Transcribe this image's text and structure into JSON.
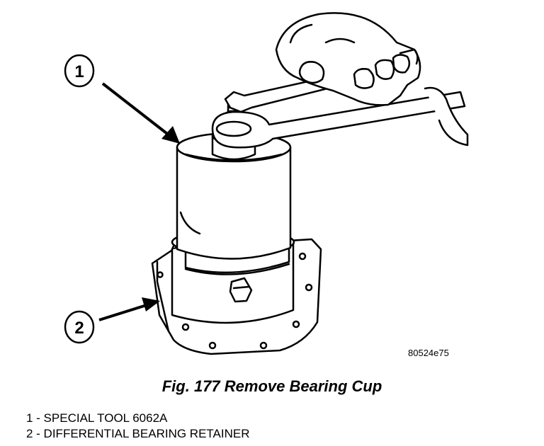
{
  "callouts": [
    {
      "number": "1"
    },
    {
      "number": "2"
    }
  ],
  "reference_code": "80524e75",
  "caption": "Fig. 177 Remove Bearing Cup",
  "legend": [
    {
      "text": "1 - SPECIAL TOOL 6062A"
    },
    {
      "text": "2 - DIFFERENTIAL BEARING RETAINER"
    }
  ],
  "colors": {
    "line": "#000000",
    "background": "#ffffff"
  }
}
